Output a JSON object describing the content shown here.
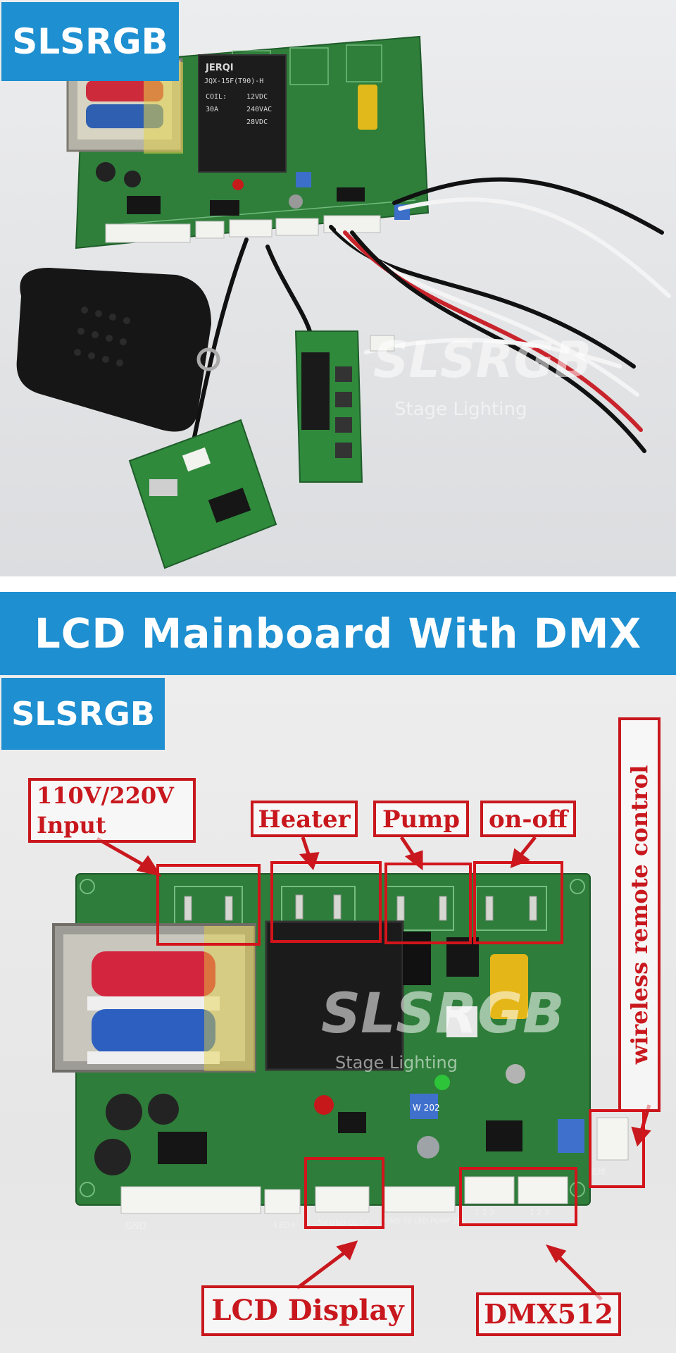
{
  "brand": {
    "logo_text": "SLSRGB"
  },
  "title": {
    "text": "LCD Mainboard With DMX"
  },
  "watermark": {
    "brand": "SLSRGB",
    "sub": "Stage Lighting"
  },
  "callouts": {
    "input": {
      "line1": "110V/220V",
      "line2": "Input"
    },
    "heater": "Heater",
    "pump": "Pump",
    "onoff": "on-off",
    "wireless": "wireless remote control",
    "lcd": "LCD Display",
    "dmx": "DMX512"
  },
  "relay_text": {
    "brand": "JERQI",
    "model": "JQX-15F(T90)-H",
    "coil": "COIL:",
    "v1": "12VDC",
    "a": "30A",
    "v2": "240VAC",
    "v3": "28VDC"
  },
  "pcb_labels": {
    "gnd": "GND",
    "led": "-LED+",
    "display": "5V GND CL DA",
    "pump_row": "GND 5V LED PUMP SYS",
    "dmx1": "1 2 3",
    "dmx2": "1 2 3",
    "w202": "W 202",
    "wireless_tag": "无线"
  },
  "colors": {
    "brand_blue": "#1e8fd0",
    "callout_red": "#c8181e",
    "pcb_green": "#2e7d3a"
  }
}
